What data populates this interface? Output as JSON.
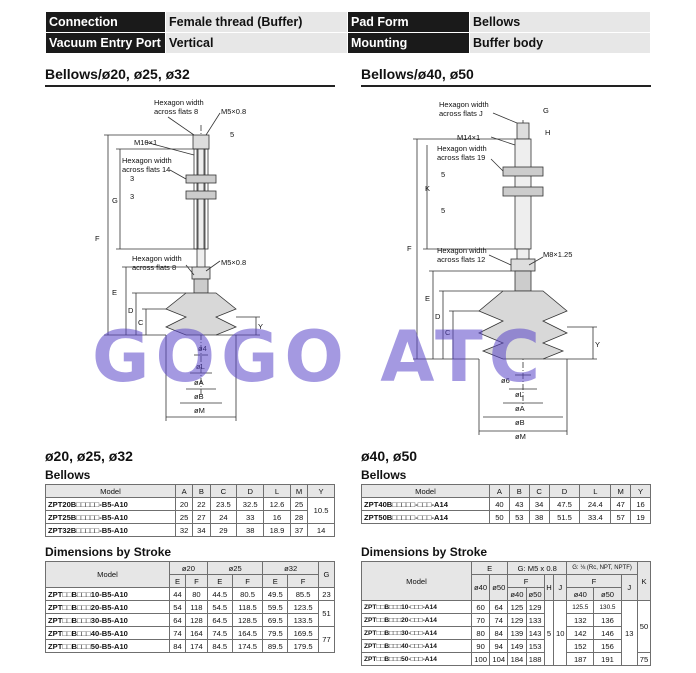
{
  "spec": {
    "connection_label": "Connection",
    "connection_value": "Female thread (Buffer)",
    "pad_form_label": "Pad Form",
    "pad_form_value": "Bellows",
    "vacuum_label": "Vacuum Entry Port",
    "vacuum_value": "Vertical",
    "mounting_label": "Mounting",
    "mounting_value": "Buffer body"
  },
  "left_title": "Bellows/ø20, ø25, ø32",
  "right_title": "Bellows/ø40, ø50",
  "left_drawing": {
    "hex1": "Hexagon width\nacross flats 8",
    "m1": "M5×0.8",
    "m2": "M10×1",
    "hex2": "Hexagon width\nacross flats 14",
    "hex3": "Hexagon width\nacross flats 8",
    "m3": "M5×0.8",
    "dims": [
      "F",
      "G",
      "E",
      "D",
      "C",
      "Y",
      "5",
      "3",
      "3",
      "ø4",
      "øL",
      "øA",
      "øB",
      "øM"
    ]
  },
  "right_drawing": {
    "hex1": "Hexagon width\nacross flats J",
    "m1": "M14×1",
    "hex2": "Hexagon width\nacross flats 19",
    "hex3": "Hexagon width\nacross flats 12",
    "m2": "M8×1.25",
    "dims": [
      "G",
      "H",
      "K",
      "F",
      "E",
      "D",
      "C",
      "Y",
      "5",
      "5",
      "ø6",
      "øL",
      "øA",
      "øB",
      "øM"
    ]
  },
  "watermark": "GOGO ATC",
  "left_sizes_title": "ø20, ø25, ø32",
  "right_sizes_title": "ø40, ø50",
  "bellows_label": "Bellows",
  "dims_by_stroke_label": "Dimensions by Stroke",
  "bellows_left": {
    "headers": [
      "Model",
      "A",
      "B",
      "C",
      "D",
      "L",
      "M",
      "Y"
    ],
    "rows": [
      [
        "ZPT20B□□□□□-B5-A10",
        "20",
        "22",
        "23.5",
        "32.5",
        "12.6",
        "25"
      ],
      [
        "ZPT25B□□□□□-B5-A10",
        "25",
        "27",
        "24",
        "33",
        "16",
        "28"
      ],
      [
        "ZPT32B□□□□□-B5-A10",
        "32",
        "34",
        "29",
        "38",
        "18.9",
        "37"
      ]
    ],
    "y_merged": "10.5",
    "y_last": "14"
  },
  "bellows_right": {
    "headers": [
      "Model",
      "A",
      "B",
      "C",
      "D",
      "L",
      "M",
      "Y"
    ],
    "rows": [
      [
        "ZPT40B□□□□□-□□□-A14",
        "40",
        "43",
        "34",
        "47.5",
        "24.4",
        "47",
        "16"
      ],
      [
        "ZPT50B□□□□□-□□□-A14",
        "50",
        "53",
        "38",
        "51.5",
        "33.4",
        "57",
        "19"
      ]
    ]
  },
  "stroke_left": {
    "h_model": "Model",
    "h_20": "ø20",
    "h_25": "ø25",
    "h_32": "ø32",
    "h_g": "G",
    "h_e": "E",
    "h_f": "F",
    "rows": [
      [
        "ZPT□□B□□□10-B5-A10",
        "44",
        "80",
        "44.5",
        "80.5",
        "49.5",
        "85.5"
      ],
      [
        "ZPT□□B□□□20-B5-A10",
        "54",
        "118",
        "54.5",
        "118.5",
        "59.5",
        "123.5"
      ],
      [
        "ZPT□□B□□□30-B5-A10",
        "64",
        "128",
        "64.5",
        "128.5",
        "69.5",
        "133.5"
      ],
      [
        "ZPT□□B□□□40-B5-A10",
        "74",
        "164",
        "74.5",
        "164.5",
        "79.5",
        "169.5"
      ],
      [
        "ZPT□□B□□□50-B5-A10",
        "84",
        "174",
        "84.5",
        "174.5",
        "89.5",
        "179.5"
      ]
    ],
    "g": [
      "23",
      "51",
      "77"
    ]
  },
  "stroke_right": {
    "h_model": "Model",
    "h_e": "E",
    "h_gm5": "G: M5 x 0.8",
    "h_g18": "G: ⅛ (Rc, NPT, NPTF)",
    "h_k": "K",
    "h_f": "F",
    "h_h": "H",
    "h_j": "J",
    "h_40": "ø40",
    "h_50": "ø50",
    "rows": [
      [
        "ZPT□□B□□□10-□□□-A14",
        "60",
        "64",
        "125",
        "129",
        "125.5",
        "130.5"
      ],
      [
        "ZPT□□B□□□20-□□□-A14",
        "70",
        "74",
        "129",
        "133",
        "132",
        "136"
      ],
      [
        "ZPT□□B□□□30-□□□-A14",
        "80",
        "84",
        "139",
        "143",
        "142",
        "146"
      ],
      [
        "ZPT□□B□□□40-□□□-A14",
        "90",
        "94",
        "149",
        "153",
        "152",
        "156"
      ],
      [
        "ZPT□□B□□□50-□□□-A14",
        "100",
        "104",
        "184",
        "188",
        "187",
        "191"
      ]
    ],
    "h_val": "5",
    "j1_val": "10",
    "j2_val": "13",
    "k_vals": [
      "50",
      "75"
    ]
  }
}
